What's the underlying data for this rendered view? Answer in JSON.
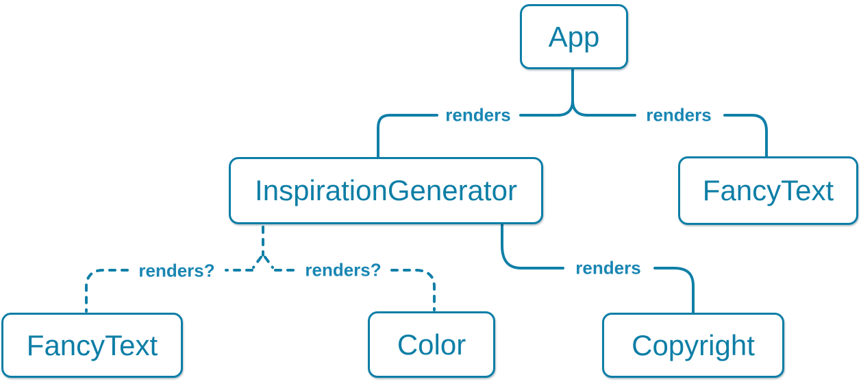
{
  "diagram": {
    "type": "component-tree",
    "nodes": [
      {
        "id": "app",
        "label": "App"
      },
      {
        "id": "inspiration-generator",
        "label": "InspirationGenerator"
      },
      {
        "id": "fancy-text-top",
        "label": "FancyText"
      },
      {
        "id": "fancy-text-bottom",
        "label": "FancyText"
      },
      {
        "id": "color",
        "label": "Color"
      },
      {
        "id": "copyright",
        "label": "Copyright"
      }
    ],
    "edges": [
      {
        "from": "App",
        "to": "InspirationGenerator",
        "label": "renders",
        "style": "solid"
      },
      {
        "from": "App",
        "to": "FancyText",
        "label": "renders",
        "style": "solid"
      },
      {
        "from": "InspirationGenerator",
        "to": "FancyText",
        "label": "renders?",
        "style": "dashed"
      },
      {
        "from": "InspirationGenerator",
        "to": "Color",
        "label": "renders?",
        "style": "dashed"
      },
      {
        "from": "InspirationGenerator",
        "to": "Copyright",
        "label": "renders",
        "style": "solid"
      }
    ]
  },
  "colors": {
    "node_border": "#0d7ea6",
    "node_text": "#0d7ea6",
    "node_bg": "#ffffff",
    "edge": "#107fa7",
    "edge_label": "#1986b3",
    "page_bg": "#ffffff"
  }
}
